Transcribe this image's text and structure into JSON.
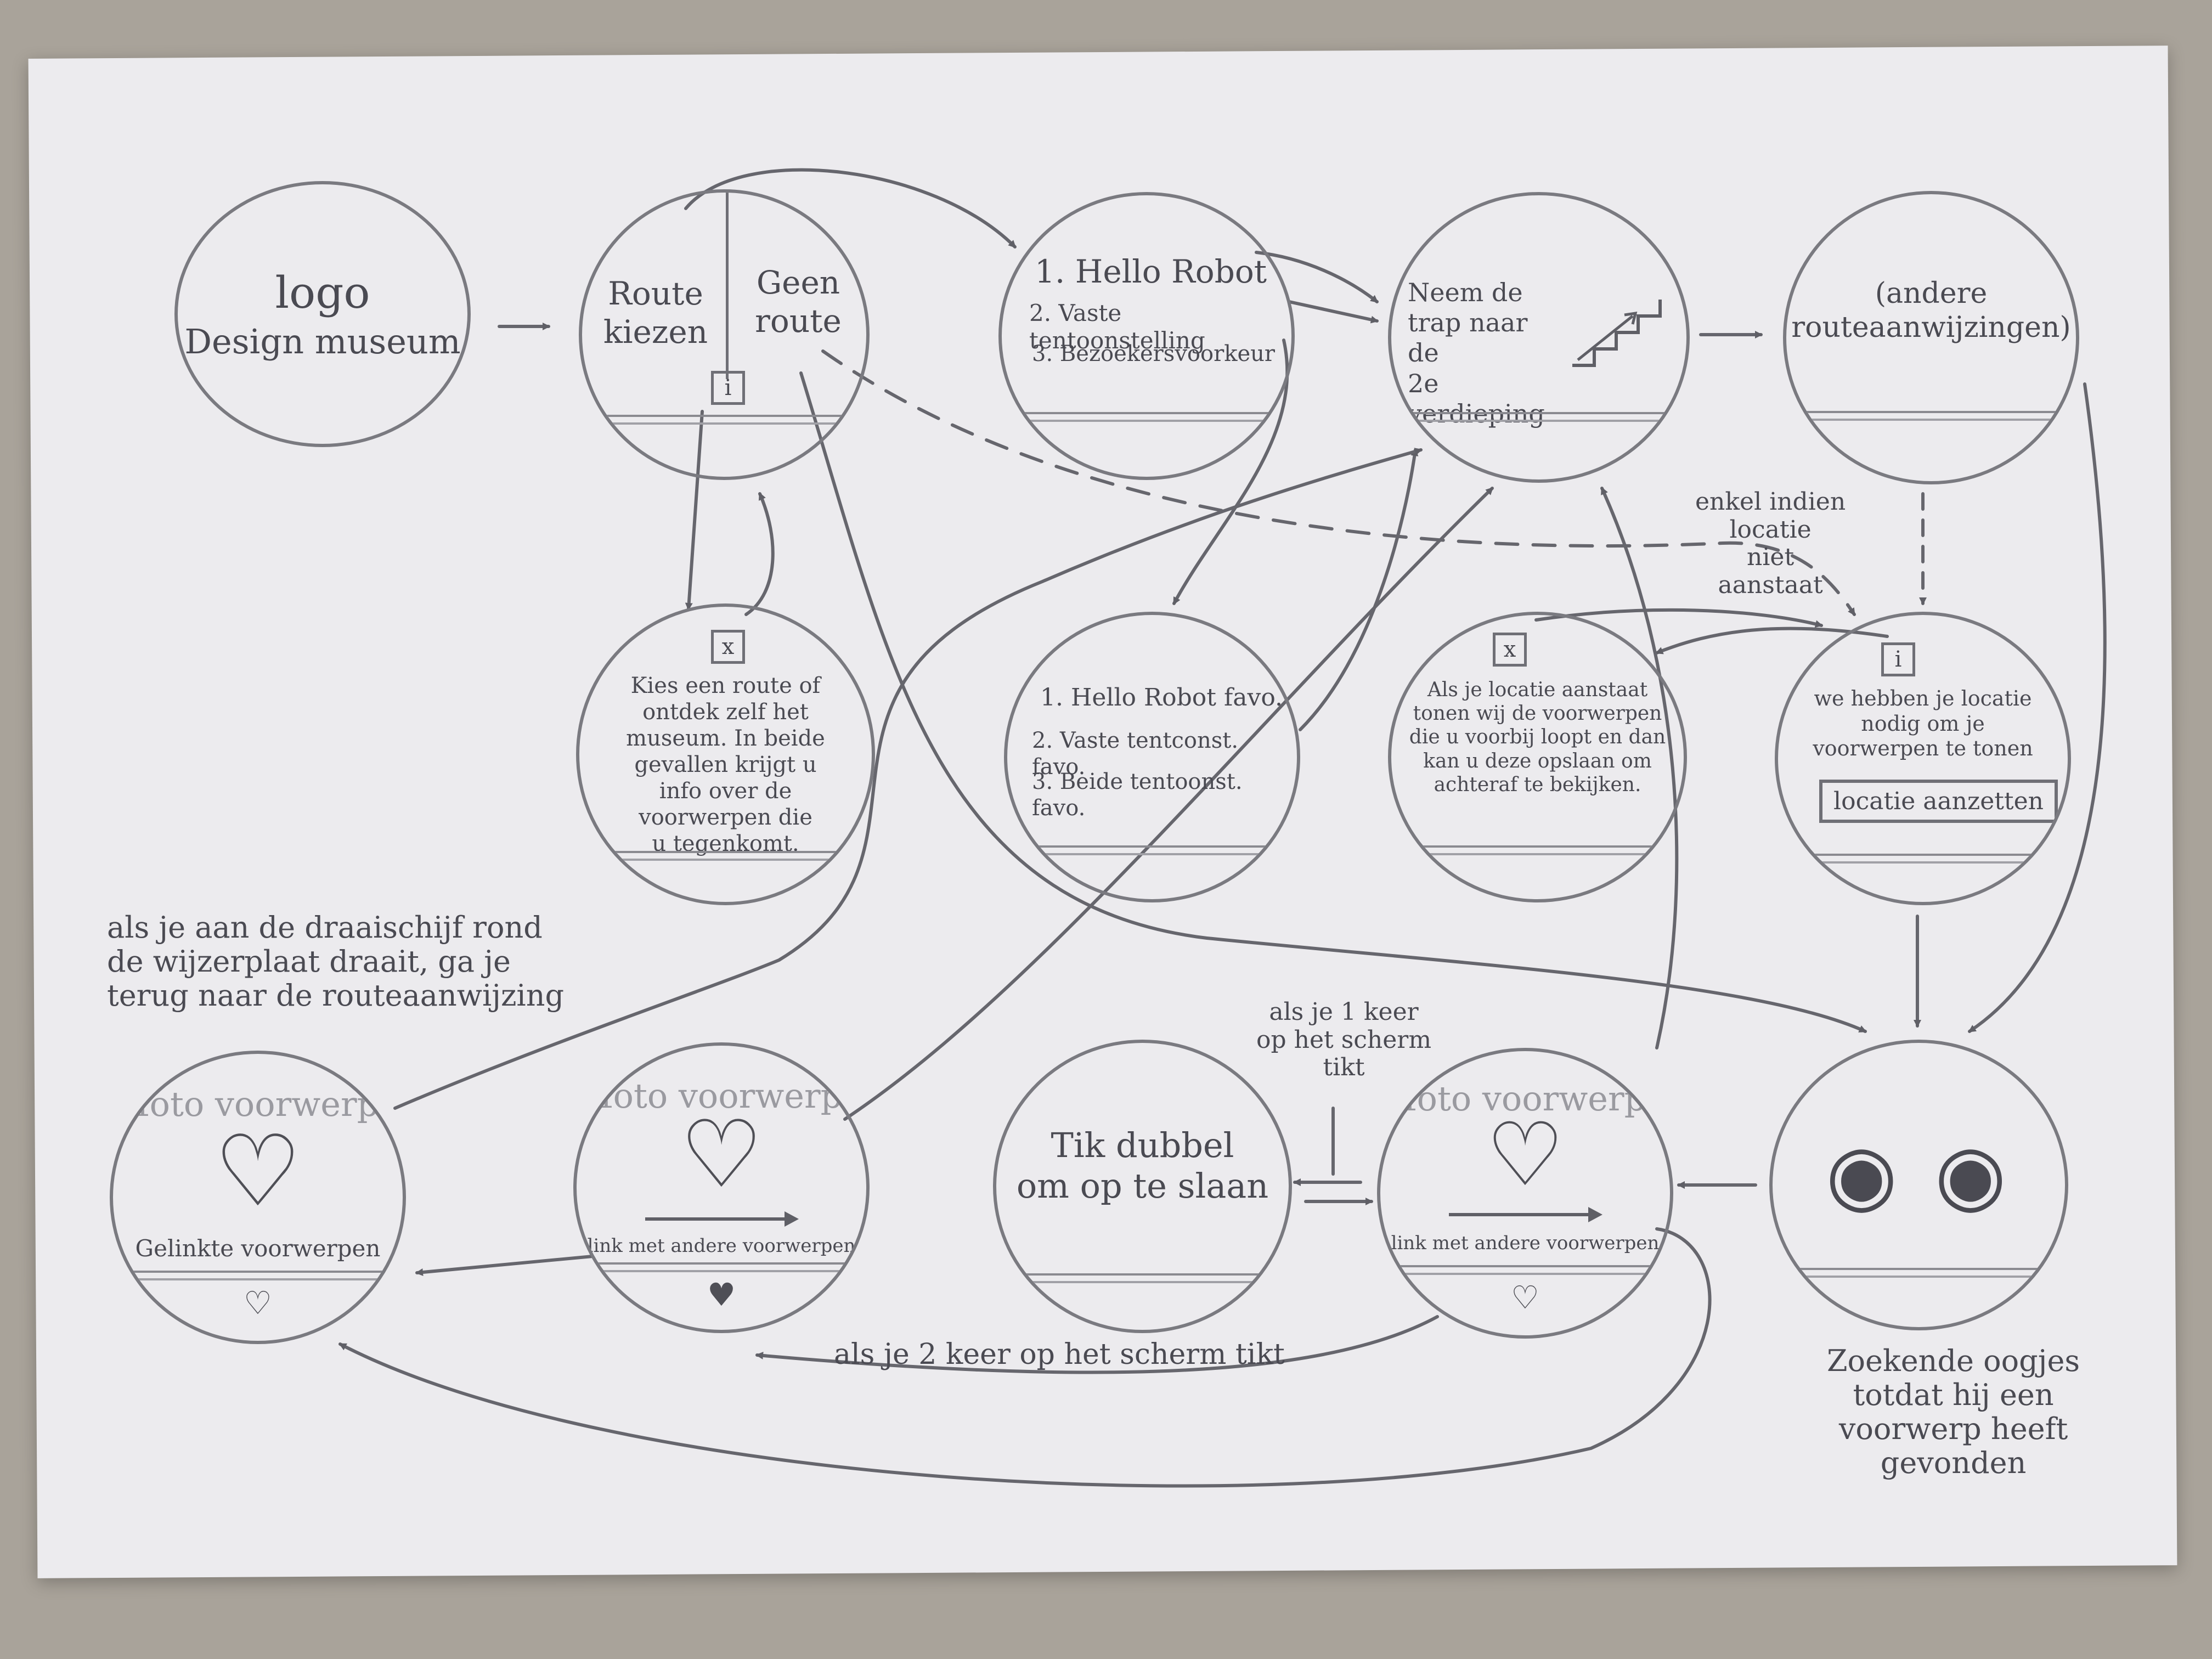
{
  "nodes": {
    "logo": {
      "line1": "logo",
      "line2": "Design museum"
    },
    "route_choice": {
      "left": "Route\nkiezen",
      "right": "Geen\nroute",
      "info": "i"
    },
    "hello_list": {
      "items": [
        "1. Hello Robot",
        "2. Vaste tentoonstelling",
        "3. Bezoekersvoorkeur"
      ]
    },
    "stairs": {
      "text": "Neem de\ntrap naar de\n2e verdieping"
    },
    "other_routes": {
      "text": "(andere\nrouteaanwijzingen)"
    },
    "route_info": {
      "close": "x",
      "text": "Kies een route of\nontdek zelf het\nmuseum. In beide\ngevallen krijgt u\ninfo over de\nvoorwerpen die\nu tegenkomt."
    },
    "favorites": {
      "items": [
        "1. Hello Robot favo.",
        "2. Vaste tentconst. favo.",
        "3. Beide tentoonst. favo."
      ]
    },
    "location_info": {
      "close": "x",
      "text": "Als je locatie aanstaat\ntonen wij de voorwerpen\ndie u voorbij loopt en dan\nkan u deze opslaan om\nachteraf te bekijken."
    },
    "location_request": {
      "info": "i",
      "text": "we hebben je locatie\nnodig om je\nvoorwerpen te tonen",
      "button": "locatie aanzetten"
    },
    "linked_objects": {
      "title": "foto voorwerp",
      "caption": "Gelinkte voorwerpen",
      "heart": "♡"
    },
    "object_link_a": {
      "title": "foto voorwerp",
      "caption": "link met andere voorwerpen",
      "heart": "♥"
    },
    "double_tap": {
      "text": "Tik dubbel\nom op te slaan"
    },
    "object_link_b": {
      "title": "foto voorwerp",
      "caption": "link met andere voorwerpen",
      "heart": "♡"
    },
    "eyes": {
      "glyph": "◉ ◉"
    }
  },
  "notes": {
    "dial": "als je aan de draaischijf rond\nde wijzerplaat draait, ga je\nterug naar de routeaanwijzing",
    "one_tap": "als je 1 keer\nop het scherm\ntikt",
    "two_taps": "als je 2 keer op het scherm tikt",
    "location_condition": "enkel indien\nlocatie\nniet\naanstaat",
    "searching_eyes": "Zoekende oogjes\ntotdat hij een\nvoorwerp heeft\ngevonden"
  },
  "colors": {
    "paper": "#ecebee",
    "pencil": "#5f5f66",
    "background": "#a9a39a"
  }
}
